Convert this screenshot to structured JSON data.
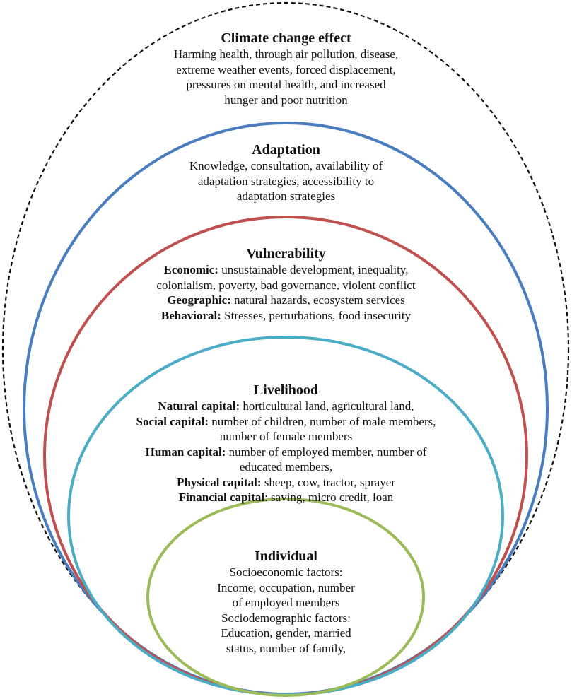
{
  "colors": {
    "climate": "#111111",
    "adaptation": "#4a7cc0",
    "vulnerability": "#c0504d",
    "livelihood": "#4bacc6",
    "individual": "#9bbb59"
  },
  "climate": {
    "title": "Climate change effect",
    "lines": [
      "Harming health, through air pollution, disease,",
      "extreme weather events, forced displacement,",
      "pressures on mental health, and increased",
      "hunger and poor nutrition"
    ]
  },
  "adaptation": {
    "title": "Adaptation",
    "lines": [
      "Knowledge, consultation, availability of",
      "adaptation strategies, accessibility to",
      "adaptation strategies"
    ]
  },
  "vulnerability": {
    "title": "Vulnerability",
    "economic_label": "Economic:",
    "economic_text": " unsustainable development, inequality,",
    "economic_cont": "colonialism, poverty, bad governance, violent conflict",
    "geographic_label": "Geographic:",
    "geographic_text": " natural hazards, ecosystem services",
    "behavioral_label": "Behavioral:",
    "behavioral_text": " Stresses, perturbations, food insecurity"
  },
  "livelihood": {
    "title": "Livelihood",
    "natural_label": "Natural capital:",
    "natural_text": " horticultural land, agricultural land,",
    "social_label": "Social capital:",
    "social_text": " number of children, number of male members,",
    "social_cont": "number of female members",
    "human_label": "Human capital:",
    "human_text": " number of employed member, number of",
    "human_cont": "educated members,",
    "physical_label": "Physical capital:",
    "physical_text": " sheep, cow, tractor, sprayer",
    "financial_label": "Financial capital",
    "financial_text": ": saving, micro credit, loan"
  },
  "individual": {
    "title": "Individual",
    "lines": [
      "Socioeconomic factors:",
      "Income, occupation, number",
      "of employed members",
      "Sociodemographic factors:",
      "Education, gender, married",
      "status, number of family,"
    ]
  }
}
